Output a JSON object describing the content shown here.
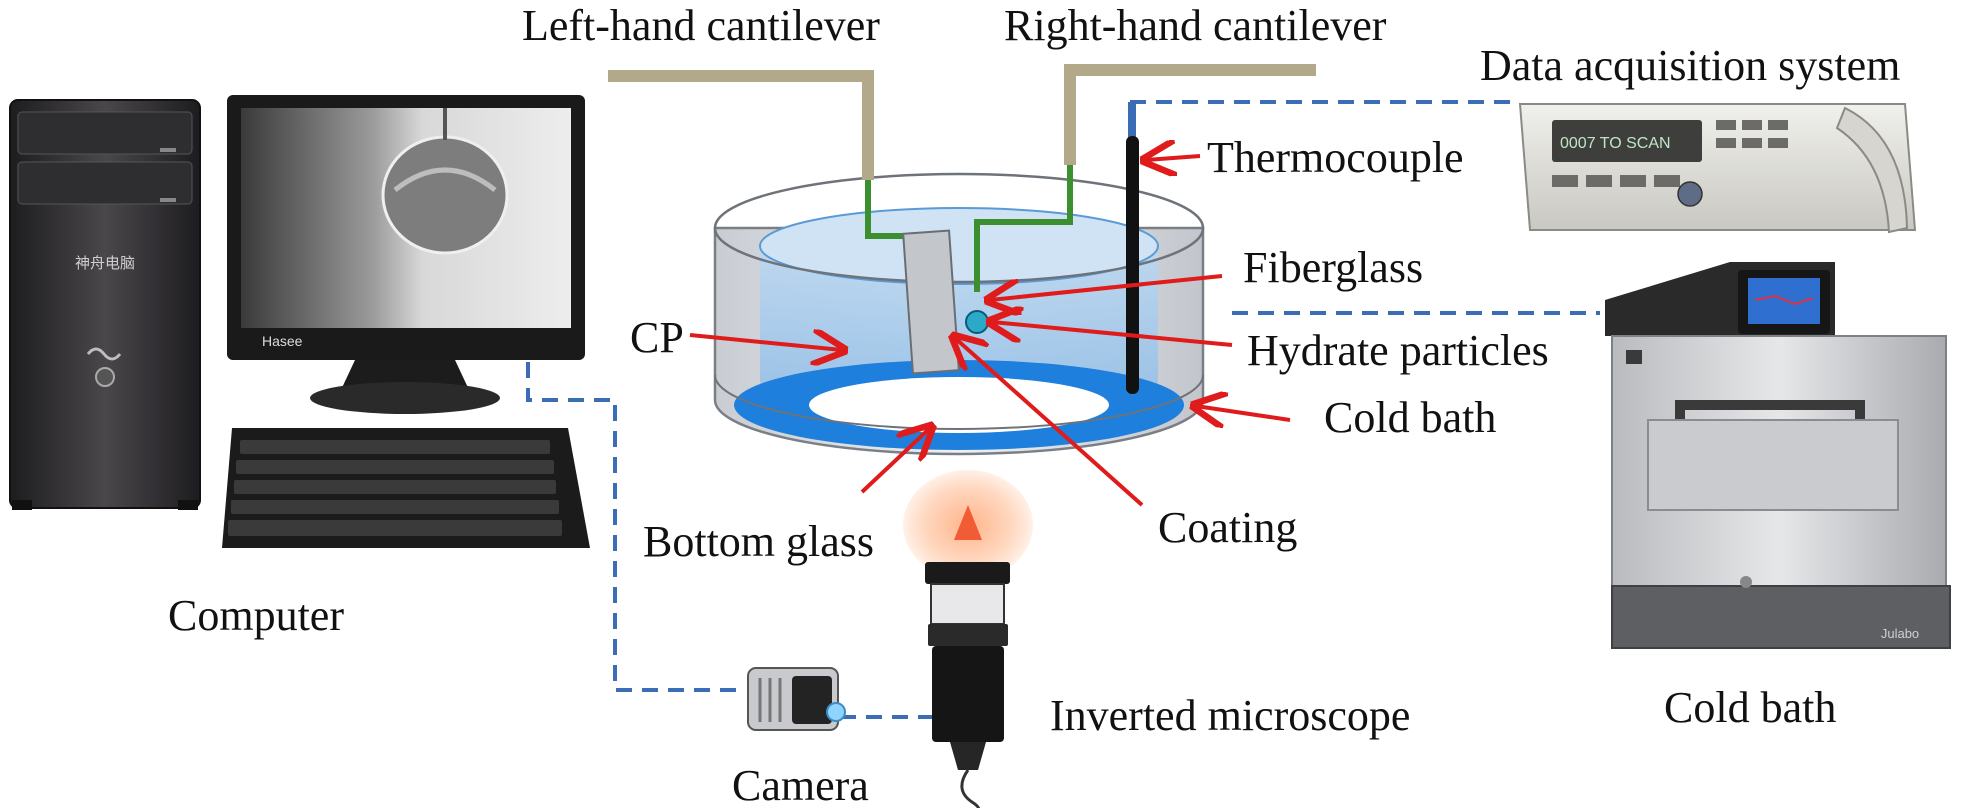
{
  "labels": {
    "left_cantilever": "Left-hand cantilever",
    "right_cantilever": "Right-hand cantilever",
    "data_acquisition": "Data acquisition system",
    "thermocouple": "Thermocouple",
    "fiberglass": "Fiberglass",
    "hydrate_particles": "Hydrate particles",
    "cp": "CP",
    "cold_bath_arrow": "Cold bath",
    "bottom_glass": "Bottom glass",
    "coating": "Coating",
    "computer": "Computer",
    "inverted_microscope": "Inverted microscope",
    "camera": "Camera",
    "cold_bath_device": "Cold bath"
  },
  "device_text": {
    "monitor_brand": "Hasee",
    "tower_brand": "神舟电脑",
    "daq_display": "0007 TO SCAN",
    "bath_brand": "Julabo"
  },
  "colors": {
    "arrow_red": "#e01b1b",
    "connection_blue": "#3b6db6",
    "cantilever_tan": "#b1a98a",
    "cantilever_green": "#3c8f2e",
    "water_blue": "#4f9fe0",
    "thermocouple_black": "#111111"
  }
}
